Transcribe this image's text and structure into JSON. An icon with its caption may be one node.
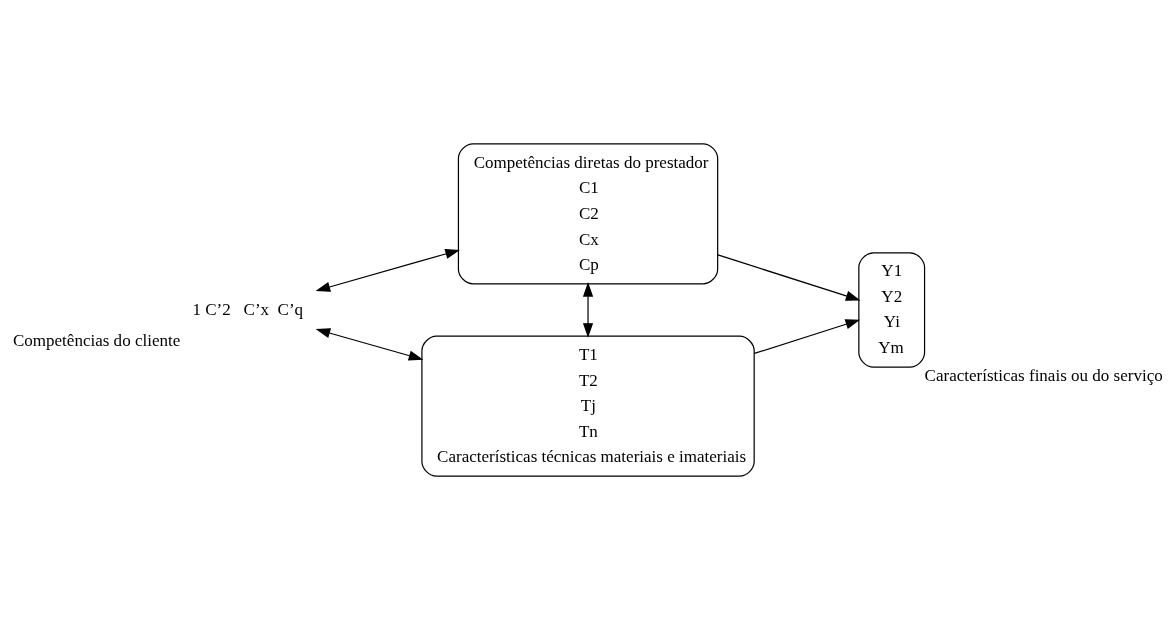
{
  "diagram": {
    "nodes": [
      {
        "text": [
          "1 C’2   C’x  C’q"
        ],
        "beside": [
          "Competências do cliente"
        ]
      },
      {
        "text": [
          "Competências diretas do prestador",
          "C1",
          "C2",
          "Cx",
          "Cp"
        ]
      },
      {
        "text": [
          "T1",
          "T2",
          "Tj",
          "Tn",
          "Características técnicas materiais e imateriais"
        ]
      },
      {
        "text": [
          "Y1",
          "Y2",
          "Yi",
          "Ym"
        ],
        "beside": [
          "Características finais ou do serviço"
        ]
      }
    ],
    "edges": [
      {
        "from": 0,
        "to": 1,
        "arrow": "both"
      },
      {
        "from": 0,
        "to": 2,
        "arrow": "both"
      },
      {
        "from": 1,
        "to": 2,
        "arrow": "both"
      },
      {
        "from": 1,
        "to": 3,
        "arrow": "to"
      },
      {
        "from": 2,
        "to": 3,
        "arrow": "to"
      }
    ]
  }
}
